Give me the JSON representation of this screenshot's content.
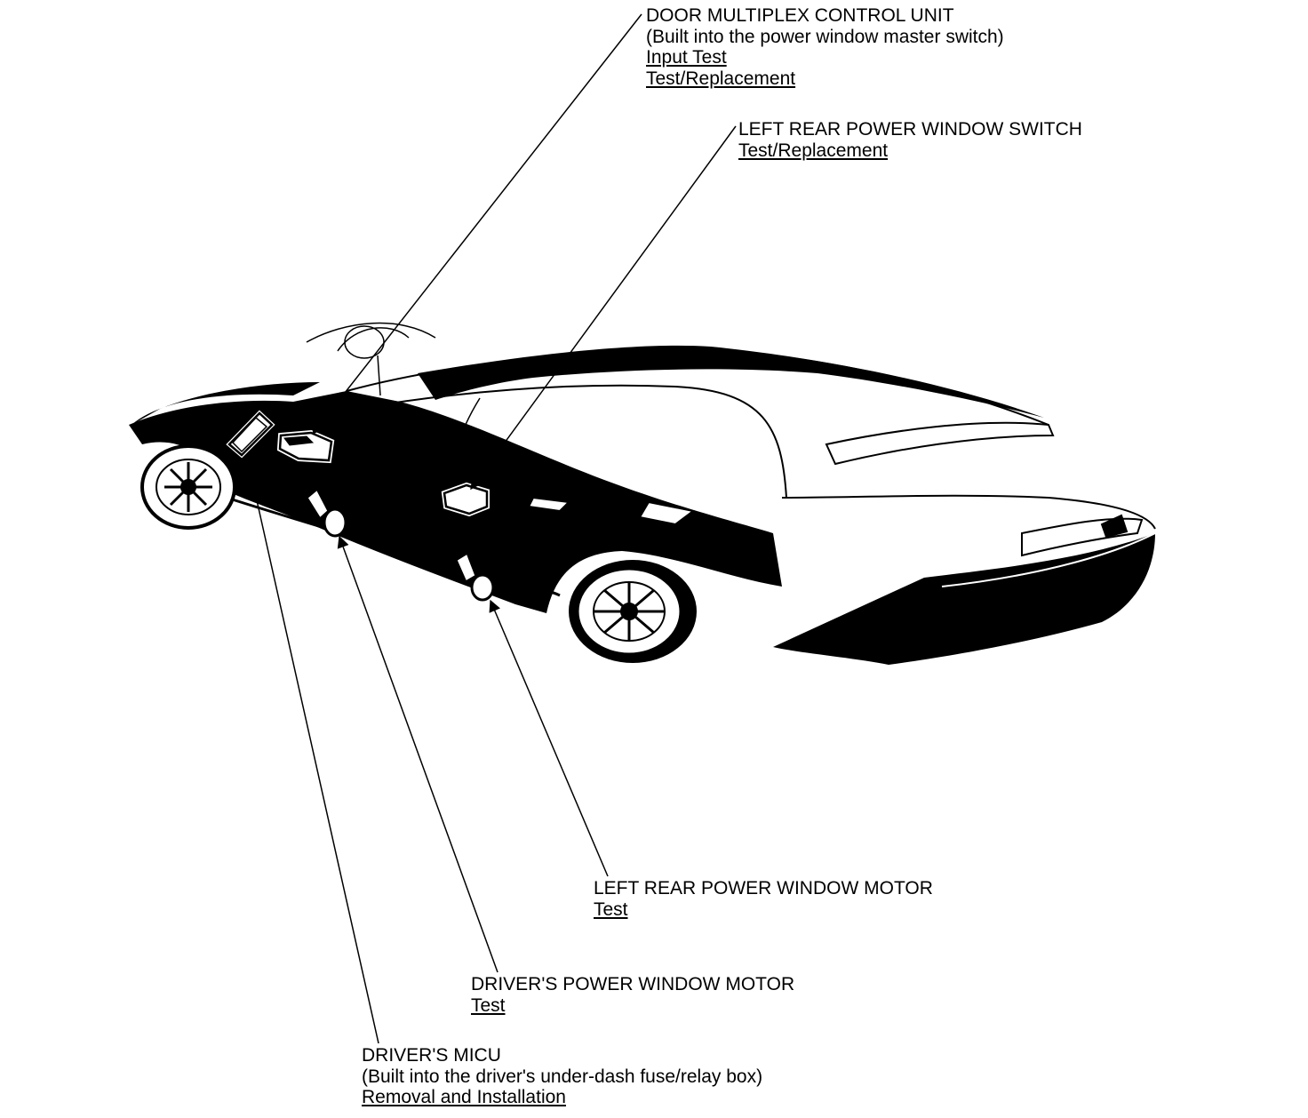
{
  "colors": {
    "ink": "#000000",
    "paper": "#ffffff"
  },
  "callouts": {
    "door_multiplex": {
      "title": "DOOR MULTIPLEX CONTROL UNIT",
      "note": "(Built into the power window master switch)",
      "links": [
        "Input Test",
        "Test/Replacement"
      ]
    },
    "left_rear_switch": {
      "title": "LEFT REAR POWER WINDOW SWITCH",
      "links": [
        "Test/Replacement"
      ]
    },
    "left_rear_motor": {
      "title": "LEFT REAR POWER WINDOW MOTOR",
      "links": [
        "Test"
      ]
    },
    "driver_motor": {
      "title": "DRIVER'S POWER WINDOW MOTOR",
      "links": [
        "Test"
      ]
    },
    "driver_micu": {
      "title": "DRIVER'S MICU",
      "note": "(Built into the driver's under-dash fuse/relay box)",
      "links": [
        "Removal and Installation"
      ]
    }
  }
}
